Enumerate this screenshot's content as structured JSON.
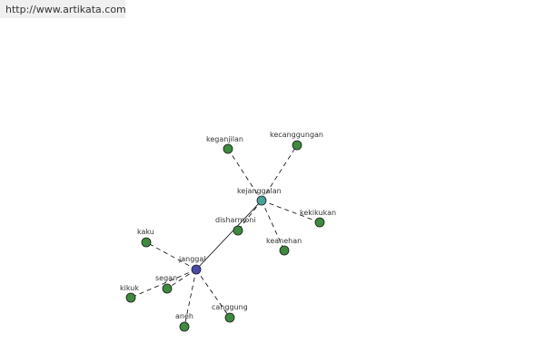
{
  "header": {
    "url": "http://www.artikata.com"
  },
  "colors": {
    "background": "#ffffff",
    "url_bar": "#f0f0f0",
    "edge": "#000000",
    "node_green": "#3e8a3e",
    "node_teal": "#4aa39a",
    "node_blue": "#4a4aa8",
    "node_stroke": "#1a1a1a",
    "label": "#333333"
  },
  "graph": {
    "nodes": [
      {
        "id": "janggal",
        "label": "janggal",
        "kind": "blue"
      },
      {
        "id": "kejanggalan",
        "label": "kejanggalan",
        "kind": "teal"
      },
      {
        "id": "disharmoni",
        "label": "disharmoni",
        "kind": "green"
      },
      {
        "id": "keganjilan",
        "label": "keganjilan",
        "kind": "green"
      },
      {
        "id": "kecanggungan",
        "label": "kecanggungan",
        "kind": "green"
      },
      {
        "id": "kekikukan",
        "label": "kekikukan",
        "kind": "green"
      },
      {
        "id": "keanehan",
        "label": "keanehan",
        "kind": "green"
      },
      {
        "id": "kaku",
        "label": "kaku",
        "kind": "green"
      },
      {
        "id": "kikuk",
        "label": "kikuk",
        "kind": "green"
      },
      {
        "id": "segan",
        "label": "segan",
        "kind": "green"
      },
      {
        "id": "aneh",
        "label": "aneh",
        "kind": "green"
      },
      {
        "id": "canggung",
        "label": "canggung",
        "kind": "green"
      }
    ],
    "edges": [
      {
        "from": "janggal",
        "to": "kejanggalan",
        "style": "solid"
      },
      {
        "from": "kejanggalan",
        "to": "keganjilan",
        "style": "dashed"
      },
      {
        "from": "kejanggalan",
        "to": "kecanggungan",
        "style": "dashed"
      },
      {
        "from": "kejanggalan",
        "to": "kekikukan",
        "style": "dashed"
      },
      {
        "from": "kejanggalan",
        "to": "keanehan",
        "style": "dashed"
      },
      {
        "from": "kejanggalan",
        "to": "disharmoni",
        "style": "dashed"
      },
      {
        "from": "janggal",
        "to": "kaku",
        "style": "dashed"
      },
      {
        "from": "janggal",
        "to": "kikuk",
        "style": "dashed"
      },
      {
        "from": "janggal",
        "to": "segan",
        "style": "dashed"
      },
      {
        "from": "janggal",
        "to": "aneh",
        "style": "dashed"
      },
      {
        "from": "janggal",
        "to": "canggung",
        "style": "dashed"
      }
    ]
  }
}
